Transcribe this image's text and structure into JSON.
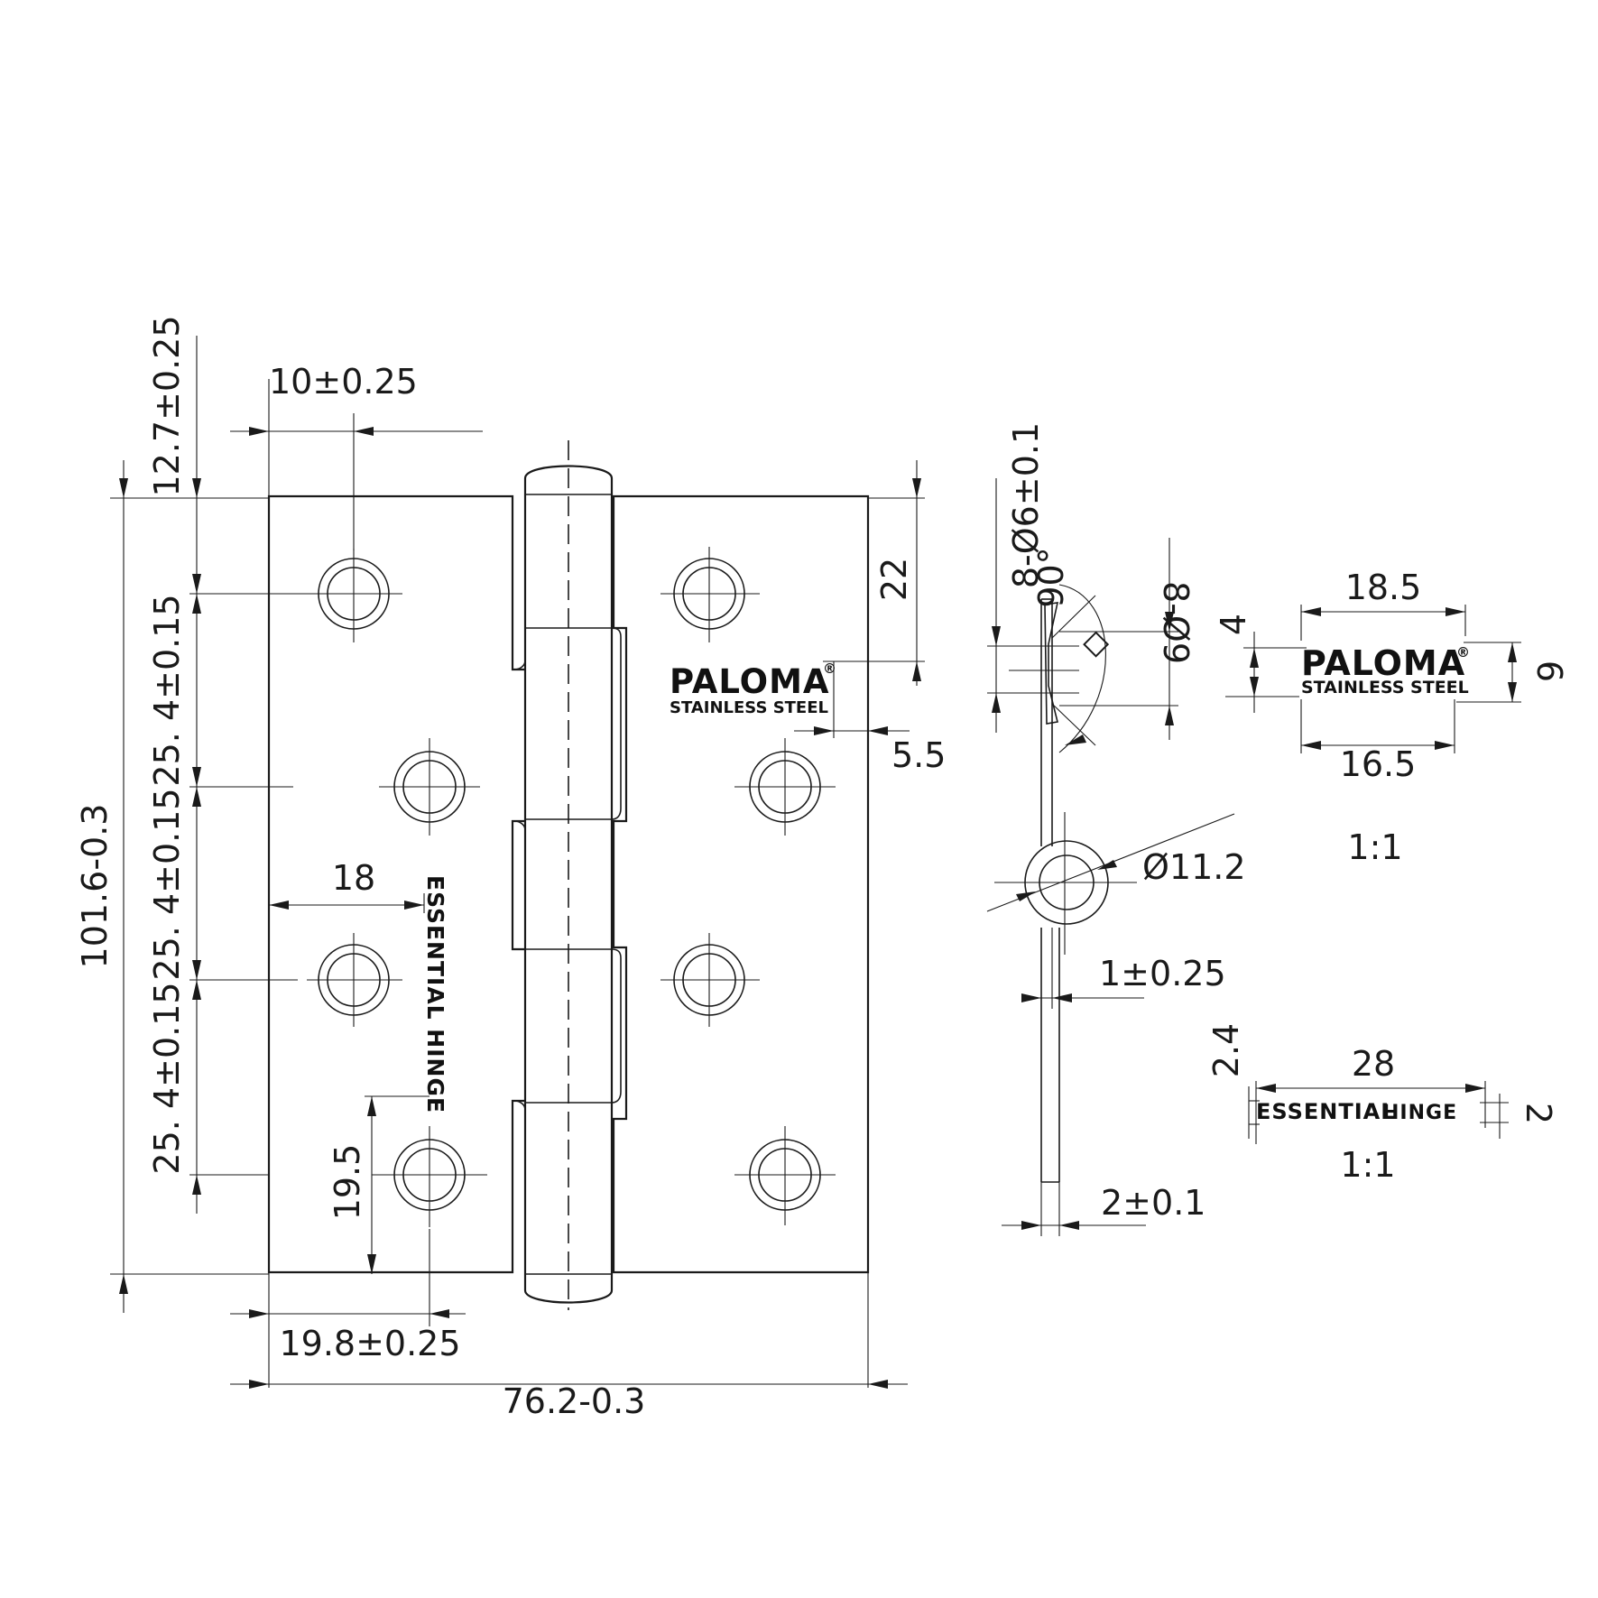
{
  "brand": {
    "logo": "PALOMA",
    "registered": "®",
    "subtitle": "STAINLESS STEEL",
    "engraving": "ESSENTIAL HINGE",
    "detail_engraving_a": "ESSENTIAL",
    "detail_engraving_b": "HINGE"
  },
  "front_view": {
    "dim_top_offset": "12.7±0.25",
    "dim_left_hole_offset": "10±0.25",
    "dim_height": "101.6-0.3",
    "dim_pitch_1": "25. 4±0.15",
    "dim_pitch_2": "25. 4±0.15",
    "dim_pitch_3": "25. 4±0.15",
    "dim_pitch_stack": "25. 4±0.1525. 4±0.1525. 4±0.15",
    "dim_engraving_offset": "18",
    "dim_bottom_hole": "19.5",
    "dim_bottom_left": "19.8±0.25",
    "dim_width": "76.2-0.3",
    "dim_logo_top": "22",
    "dim_logo_side": "5.5"
  },
  "side_view": {
    "dim_countersink_holes": "8-Ø6±0.1",
    "dim_angle": "90°",
    "dim_outer_holes": "8-Ø9",
    "dim_knuckle": "Ø11.2",
    "dim_gap": "1±0.25",
    "dim_thickness": "2±0.1"
  },
  "logo_detail": {
    "dim_width_top": "18.5",
    "dim_width_bottom": "16.5",
    "dim_height_left": "4",
    "dim_height_right": "6",
    "scale": "1:1"
  },
  "engraving_detail": {
    "dim_length": "28",
    "dim_height_left": "2.4",
    "dim_height_right": "2",
    "scale": "1:1"
  }
}
